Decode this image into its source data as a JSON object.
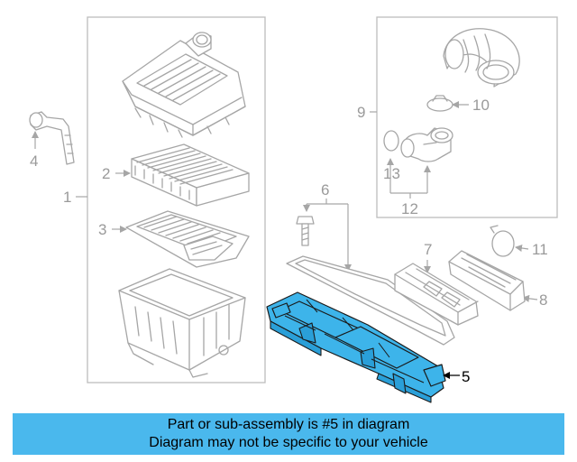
{
  "labels": {
    "p1": "1",
    "p2": "2",
    "p3": "3",
    "p4": "4",
    "p5": "5",
    "p6": "6",
    "p7": "7",
    "p8": "8",
    "p9": "9",
    "p10": "10",
    "p11": "11",
    "p12": "12",
    "p13": "13"
  },
  "highlight_color": "#3db4ea",
  "banner": {
    "line1": "Part or sub-assembly is #5 in diagram",
    "line2": "Diagram may not be specific to your vehicle",
    "color": "#4ab8ed"
  }
}
